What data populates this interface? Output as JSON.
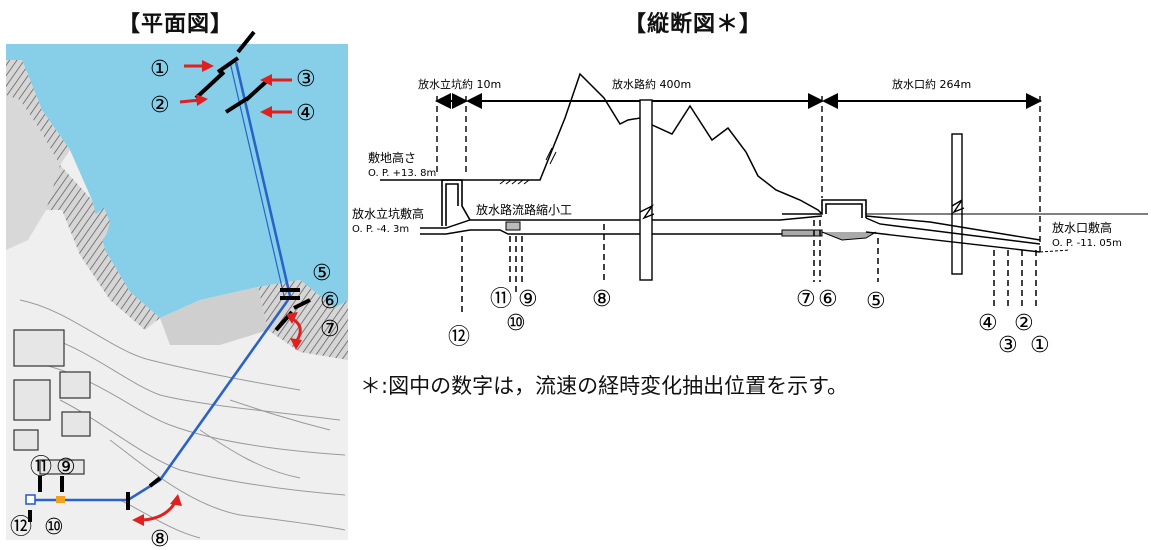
{
  "plan": {
    "title": "【平面図】",
    "markers": [
      "①",
      "②",
      "③",
      "④",
      "⑤",
      "⑥",
      "⑦",
      "⑧",
      "⑨",
      "⑩",
      "⑪",
      "⑫"
    ]
  },
  "profile": {
    "title": "【縦断図＊】",
    "labels": {
      "shaft": "放水立坑約 10m",
      "channel": "放水路約 400m",
      "outlet": "放水口約 264m",
      "ground": "敷地高さ",
      "ground_value": "O. P. +13. 8m",
      "shaft_floor": "放水立坑敷高",
      "shaft_floor_value": "O. P. -4. 3m",
      "reduction": "放水路流路縮小工",
      "outlet_floor": "放水口敷高",
      "outlet_floor_value": "O. P. -11. 05m"
    },
    "points": [
      "①",
      "②",
      "③",
      "④",
      "⑤",
      "⑥",
      "⑦",
      "⑧",
      "⑨",
      "⑩",
      "⑪",
      "⑫"
    ]
  },
  "note": "＊:図中の数字は，流速の経時変化抽出位置を示す。",
  "colors": {
    "sea": "#87cfe8",
    "land": "#f0f0f0",
    "route": "#2a62c8",
    "arrow": "#e0201e",
    "orange": "#f2a21a"
  }
}
